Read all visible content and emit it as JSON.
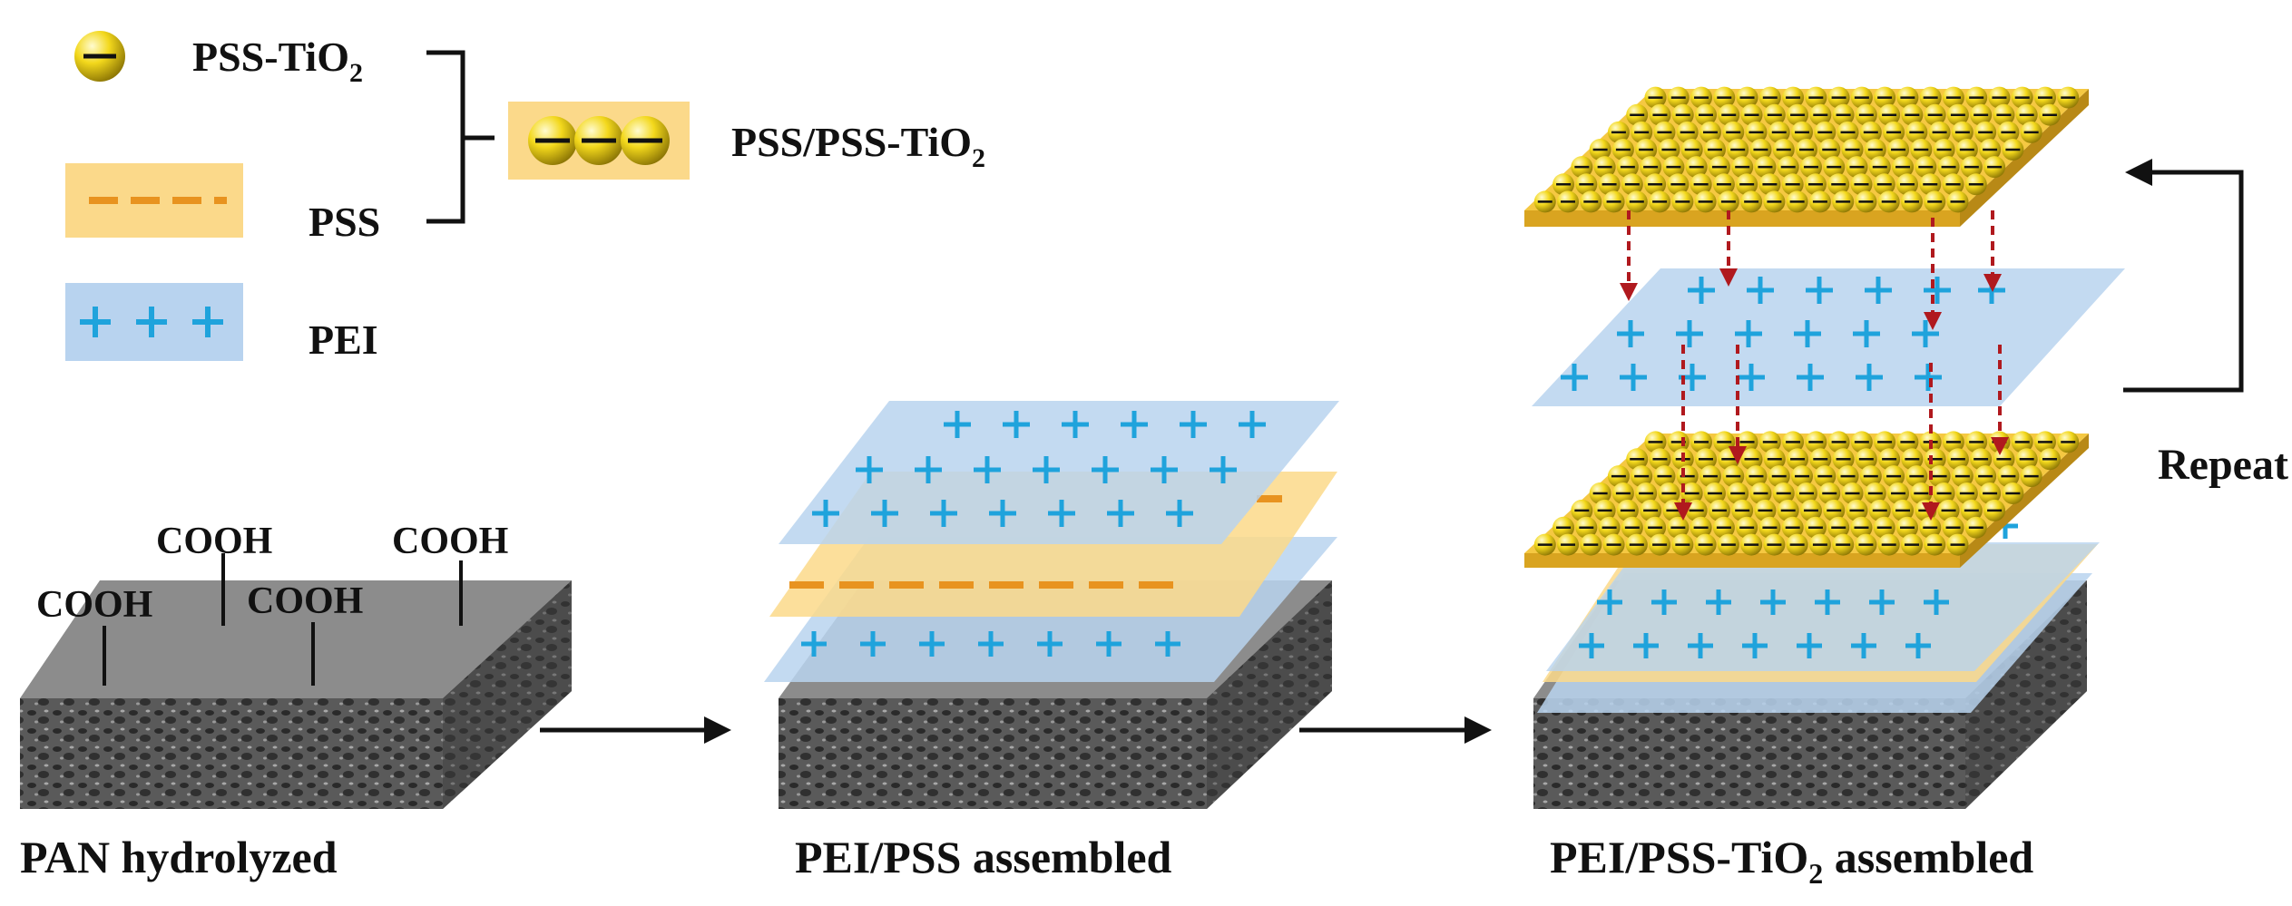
{
  "legend": {
    "pss_tio2": {
      "main": "PSS-TiO",
      "sub": "2"
    },
    "pss": "PSS",
    "pei": "PEI",
    "combined": {
      "main": "PSS/PSS-TiO",
      "sub": "2"
    }
  },
  "substrate_groups": [
    "COOH",
    "COOH",
    "COOH",
    "COOH"
  ],
  "steps": {
    "step1": "PAN hydrolyzed",
    "step2": "PEI/PSS assembled",
    "step3": {
      "before": "PEI/PSS-TiO",
      "sub": "2",
      "after": " assembled"
    }
  },
  "repeat_label": "Repeat",
  "colors": {
    "pss_fill": "#fbd98a",
    "pss_dash": "#e8931f",
    "pei_fill": "#b8d3ef",
    "plus": "#1fa3dc",
    "sphere": "#f2d21a",
    "tio2_sheet": "#f5c842",
    "membrane_top": "#8c8c8c",
    "arrow_red": "#b0191e"
  }
}
